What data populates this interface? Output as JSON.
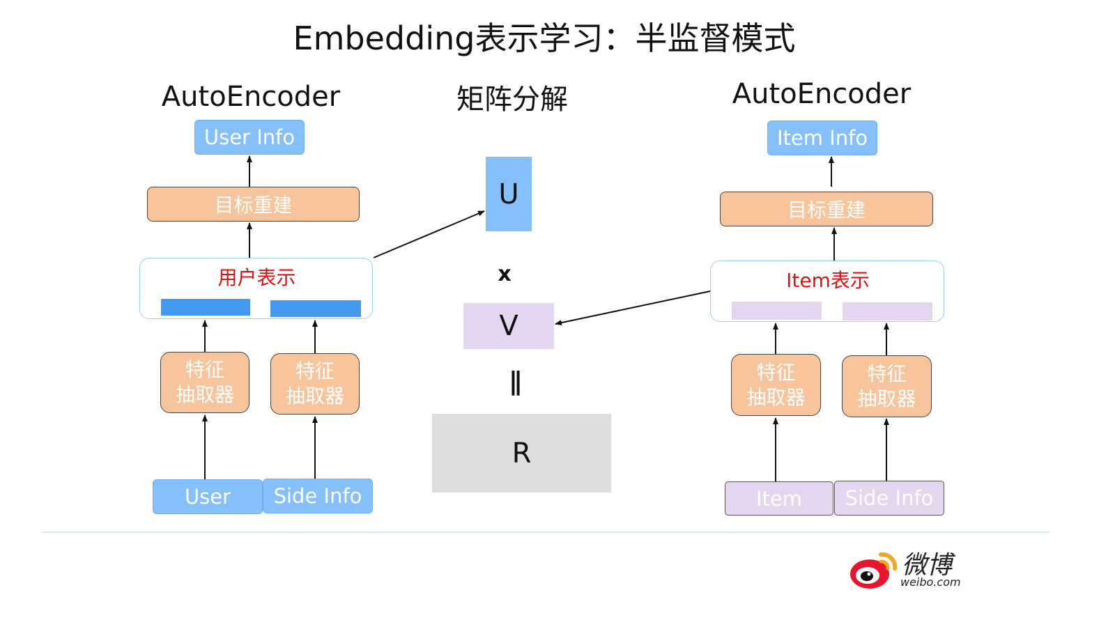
{
  "title": "Embedding表示学习：半监督模式",
  "left": {
    "heading": "AutoEncoder",
    "output": "User Info",
    "reconstruct": "目标重建",
    "representation": "用户表示",
    "extractor_1": "特征\n抽取器",
    "extractor_2": "特征\n抽取器",
    "input_1": "User",
    "input_2": "Side Info"
  },
  "middle": {
    "heading": "矩阵分解",
    "u": "U",
    "times": "x",
    "v": "V",
    "equals": "||",
    "r": "R"
  },
  "right": {
    "heading": "AutoEncoder",
    "output": "Item Info",
    "reconstruct": "目标重建",
    "representation": "Item表示",
    "extractor_1": "特征\n抽取器",
    "extractor_2": "特征\n抽取器",
    "input_1": "Item",
    "input_2": "Side Info"
  },
  "logo": {
    "name": "微博",
    "url": "weibo.com"
  },
  "colors": {
    "blue": "#86c0fb",
    "dark_blue": "#4499ee",
    "orange": "#f7c49b",
    "purple": "#e5d6ef",
    "gray": "#dedede",
    "red_label": "#e01010",
    "weibo_red": "#e6162d",
    "weibo_yellow": "#f5a623"
  }
}
